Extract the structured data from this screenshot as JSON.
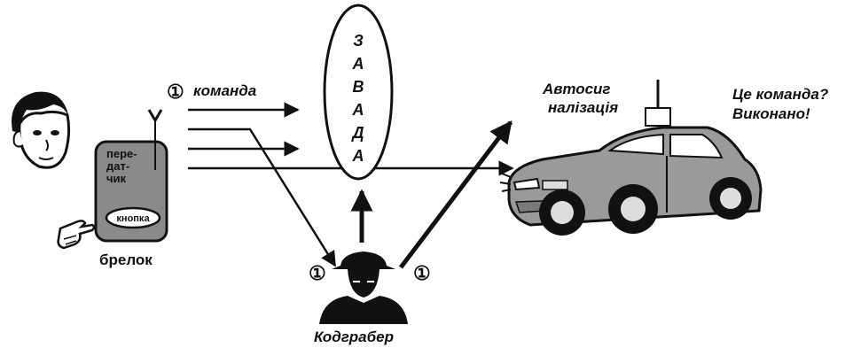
{
  "labels": {
    "command": "команда",
    "jamming": [
      "З",
      "А",
      "В",
      "А",
      "Д",
      "А"
    ],
    "alarm_line1": "Автосиг",
    "alarm_line2": "налізація",
    "car_reply_line1": "Це команда?",
    "car_reply_line2": "Виконано!",
    "transmitter_lines": [
      "пере-",
      "дат-",
      "чик"
    ],
    "button": "кнопка",
    "keyfob": "брелок",
    "grabber": "Кодграбер"
  },
  "markers": {
    "signal_number": "①"
  },
  "icons": [
    "person-icon",
    "pointing-hand-icon",
    "antenna-icon",
    "spy-icon",
    "car-icon"
  ],
  "colors": {
    "ink": "#111111",
    "fob_body": "#8a8a8a",
    "car_body": "#9a9a9a",
    "background": "#ffffff"
  }
}
